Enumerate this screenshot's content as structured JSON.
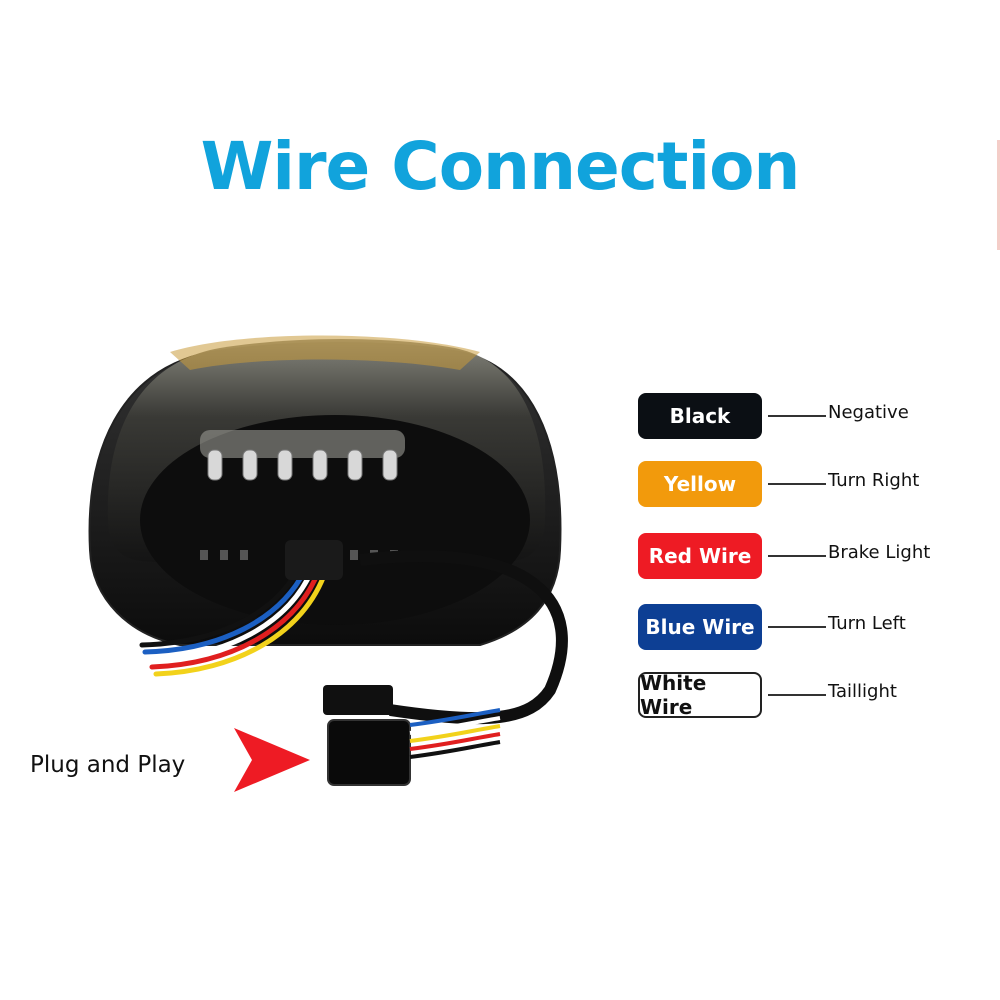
{
  "title": "Wire Connection",
  "plug_label": "Plug and Play",
  "legend": [
    {
      "wire": "Black",
      "function": "Negative",
      "color": "#0b0f14",
      "text_color": "#ffffff"
    },
    {
      "wire": "Yellow",
      "function": "Turn Right",
      "color": "#f29a0c",
      "text_color": "#ffffff"
    },
    {
      "wire": "Red Wire",
      "function": "Brake Light",
      "color": "#ee1b24",
      "text_color": "#ffffff"
    },
    {
      "wire": "Blue Wire",
      "function": "Turn Left",
      "color": "#0d3f94",
      "text_color": "#ffffff"
    },
    {
      "wire": "White Wire",
      "function": "Taillight",
      "color": "#ffffff",
      "text_color": "#111111"
    }
  ],
  "colors": {
    "title": "#11a3dc",
    "arrow": "#ee1b24"
  },
  "icons": {
    "product": "led-tail-light-image",
    "arrow": "red-arrow-icon"
  }
}
